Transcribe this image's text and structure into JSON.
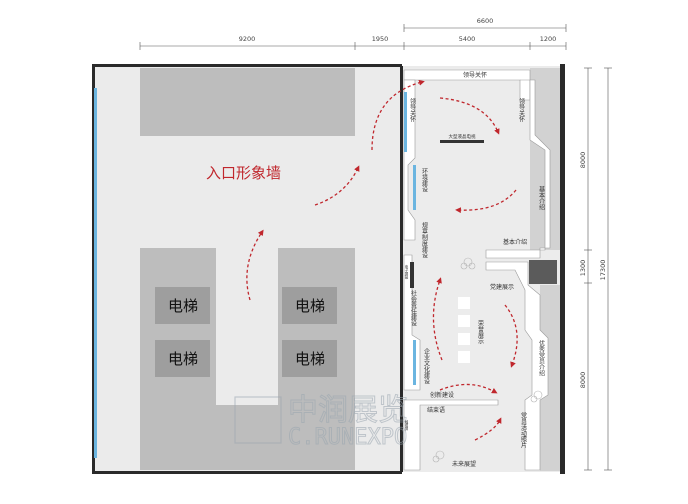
{
  "dimensions": {
    "top_total": "6600",
    "top_segments": [
      "9200",
      "1950",
      "5400",
      "1200"
    ],
    "right_total": "17300",
    "right_segments": [
      "8000",
      "1300",
      "8000"
    ]
  },
  "labels": {
    "entrance_wall": "入口形象墙",
    "elevator": "电梯"
  },
  "zones": {
    "leadership_care_top": "领导关怀",
    "leadership_care_left": "领导关怀",
    "leadership_care_right": "领导关怀",
    "large_screen": "大型液晶电视",
    "environment": "环境建设",
    "basic_intro_v": "基本介绍",
    "basic_intro_h": "基本介绍",
    "rules": "规章制度建设",
    "party_building": "党建展示",
    "social_duty": "社会责任建设",
    "honor": "荣誉展示",
    "excellent_members": "优秀党员介绍",
    "corporate_culture": "企业文化建设",
    "innovation": "创新建设",
    "conclusion": "结束语",
    "member_activities": "党员活动照片",
    "future": "未来展望",
    "small_label_1": "电子屏幕",
    "small_label_2": "触摸屏"
  },
  "watermark": {
    "line1": "中润展览",
    "line2": "C.RUNEXPO"
  },
  "colors": {
    "arrow": "#c0272d",
    "floor": "#eaeaea",
    "block": "#b9b9b9",
    "elevator": "#9e9e9e",
    "glass": "#6bb5e0",
    "wall": "#2a2a2a"
  }
}
